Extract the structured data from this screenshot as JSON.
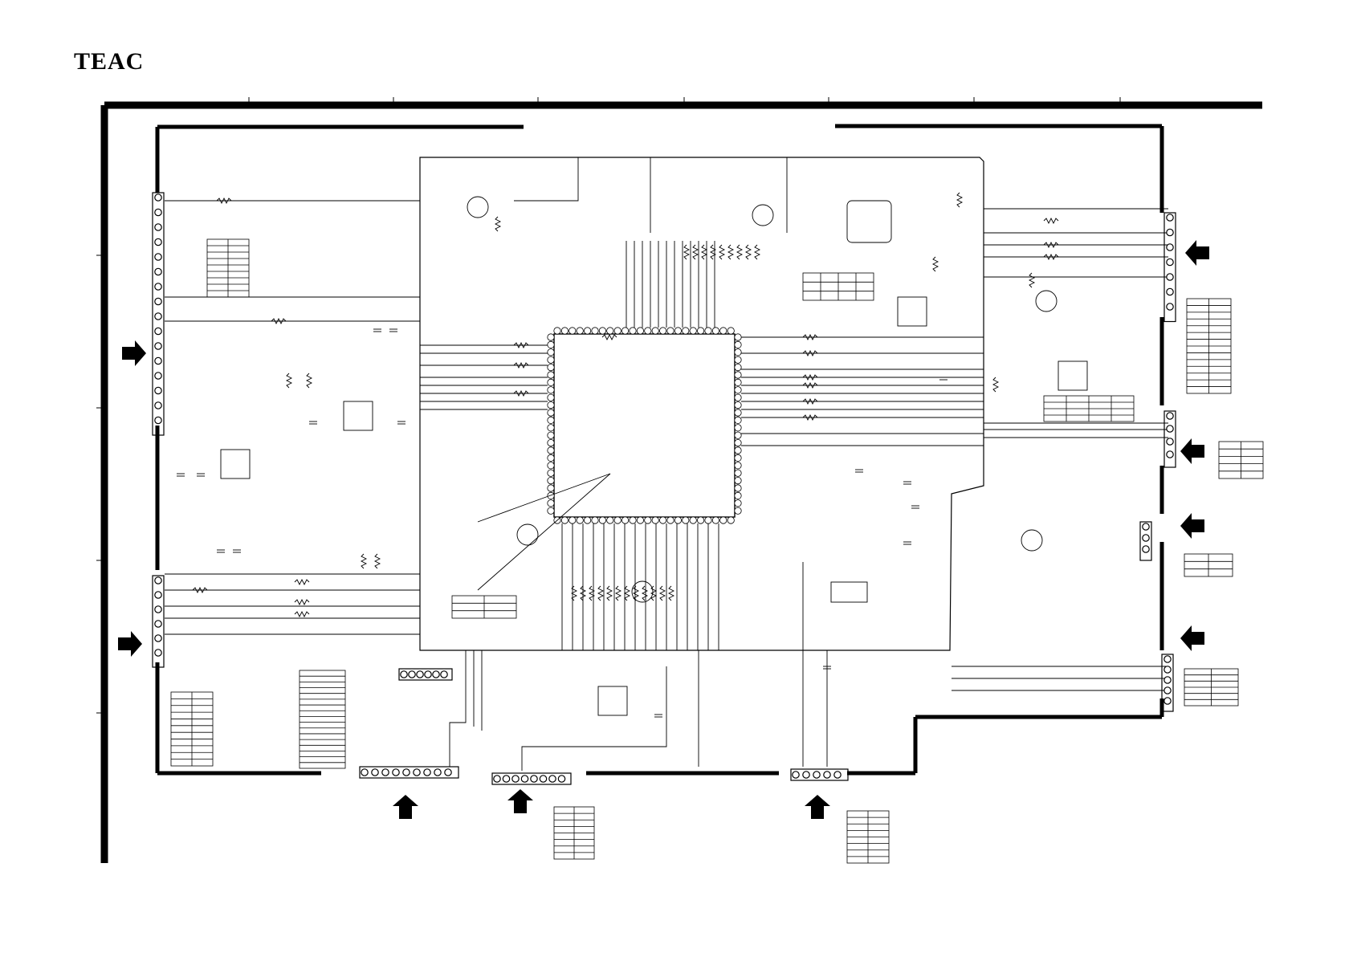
{
  "header": {
    "brand": "TEAC"
  },
  "colors": {
    "ink": "#000000",
    "paper": "#ffffff"
  },
  "diagram": {
    "kind": "circuit-schematic",
    "main_ic": "quad-flat-package",
    "connectors": [
      "left-upper-header",
      "left-lower-header",
      "right-header-1",
      "right-header-2",
      "right-header-3",
      "right-header-4",
      "bottom-header-1",
      "bottom-header-2",
      "bottom-header-3"
    ],
    "arrows": [
      "arrow-left-1",
      "arrow-left-2",
      "arrow-right-1",
      "arrow-right-2",
      "arrow-right-3",
      "arrow-right-4",
      "arrow-bottom-1",
      "arrow-bottom-2",
      "arrow-bottom-3"
    ]
  }
}
